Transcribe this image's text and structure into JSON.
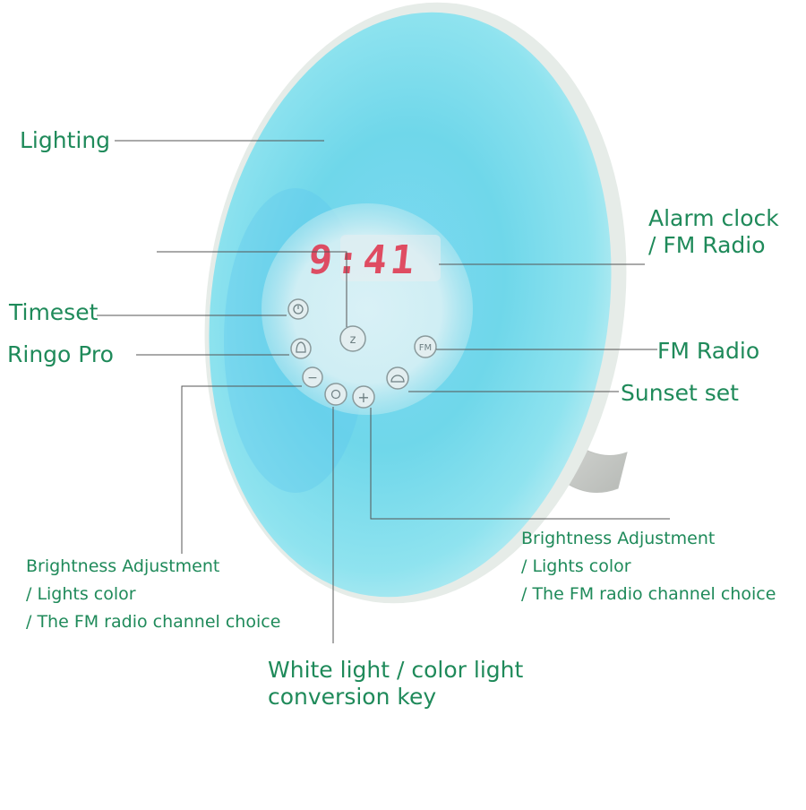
{
  "annotations": {
    "lighting": "Lighting",
    "alarm_clock_line1": "Alarm clock",
    "alarm_clock_line2": "/ FM Radio",
    "timeset": "Timeset",
    "ringo_pro": "Ringo Pro",
    "fm_radio": "FM Radio",
    "sunset_set": "Sunset set",
    "brightness_left_line1": "Brightness Adjustment",
    "brightness_left_line2": "/ Lights color",
    "brightness_left_line3": "/ The FM radio channel choice",
    "brightness_right_line1": "Brightness Adjustment",
    "brightness_right_line2": "/ Lights color",
    "brightness_right_line3": "/ The FM radio channel choice",
    "white_light_line1": "White light / color light",
    "white_light_line2": "conversion key"
  },
  "device": {
    "display_time": "9:41",
    "fm_button_label": "FM",
    "plus_button_label": "+",
    "minus_button_label": "−",
    "display_color": "#e0304a",
    "glow_color": "#4fd4e6",
    "label_color": "#1f8a5a"
  }
}
